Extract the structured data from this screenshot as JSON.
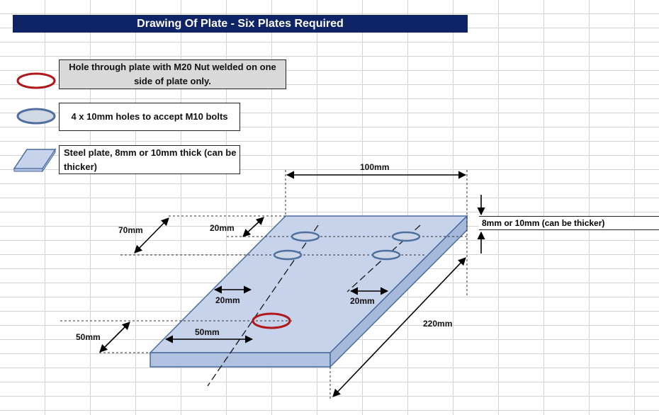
{
  "title": "Drawing Of Plate - Six Plates Required",
  "legend": {
    "nut_hole": "Hole through plate with M20 Nut welded on one side of plate only.",
    "bolt_holes": "4 x 10mm holes to accept M10 bolts",
    "steel_plate": "Steel plate, 8mm or 10mm thick (can be thicker)"
  },
  "dimensions": {
    "width": "100mm",
    "length": "220mm",
    "thickness": "8mm or 10mm (can be thicker)",
    "depth_to_nut": "70mm",
    "bolt_row_offset": "20mm",
    "bolt_left_offset": "20mm",
    "bolt_right_offset": "20mm",
    "nut_from_end": "50mm",
    "nut_from_edge": "50mm"
  },
  "colors": {
    "title_bg": "#0f2466",
    "plate_top": "#c6d3ea",
    "plate_side": "#b0c2e0",
    "plate_edge": "#4a6aa0",
    "bolt_hole": "#4f6fa0",
    "nut_hole": "#b0161a",
    "legend_gray": "#d9d9d9"
  }
}
